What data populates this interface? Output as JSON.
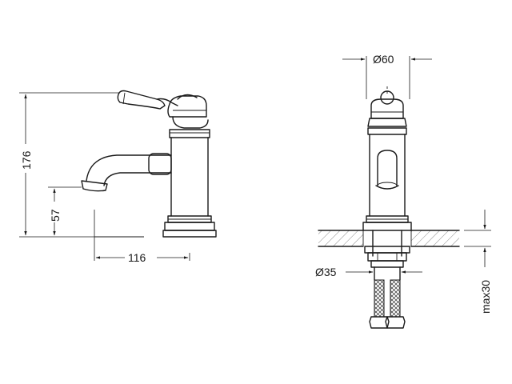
{
  "dimensions": {
    "height_total": "176",
    "spout_height": "57",
    "projection": "116",
    "body_diameter": "Ø60",
    "shank_diameter": "Ø35",
    "max_deck_thickness": "max30"
  },
  "colors": {
    "line": "#1a1a1a",
    "hatch": "#555555",
    "background": "#ffffff"
  }
}
